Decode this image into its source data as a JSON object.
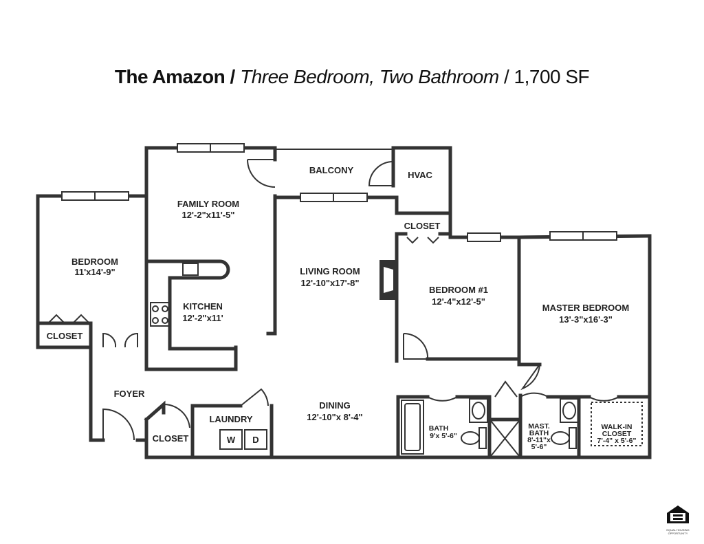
{
  "title": {
    "name": "The Amazon",
    "sep1": " / ",
    "type": "Three Bedroom, Two Bathroom",
    "sep2": " / ",
    "area": "1,700 SF"
  },
  "rooms": {
    "bedroom": {
      "name": "BEDROOM",
      "dims": "11'x14'-9\""
    },
    "closet_left": {
      "name": "CLOSET"
    },
    "family_room": {
      "name": "FAMILY ROOM",
      "dims": "12'-2\"x11'-5\""
    },
    "kitchen": {
      "name": "KITCHEN",
      "dims": "12'-2\"x11'"
    },
    "balcony": {
      "name": "BALCONY"
    },
    "hvac": {
      "name": "HVAC"
    },
    "closet_mid": {
      "name": "CLOSET"
    },
    "living_room": {
      "name": "LIVING ROOM",
      "dims": "12'-10\"x17'-8\""
    },
    "bedroom1": {
      "name": "BEDROOM #1",
      "dims": "12'-4\"x12'-5\""
    },
    "master_bedroom": {
      "name": "MASTER BEDROOM",
      "dims": "13'-3\"x16'-3\""
    },
    "foyer": {
      "name": "FOYER"
    },
    "closet_foyer": {
      "name": "CLOSET"
    },
    "laundry": {
      "name": "LAUNDRY",
      "washer": "W",
      "dryer": "D"
    },
    "dining": {
      "name": "DINING",
      "dims": "12'-10\"x 8'-4\""
    },
    "bath": {
      "name": "BATH",
      "dims": "9'x 5'-6\""
    },
    "mast_bath": {
      "name1": "MAST.",
      "name2": "BATH",
      "dims1": "8'-11\"x",
      "dims2": "5'-6\""
    },
    "walkin": {
      "name1": "WALK-IN",
      "name2": "CLOSET",
      "dims": "7'-4\" x 5'-6\""
    }
  },
  "logo": {
    "name": "equal-housing-opportunity",
    "caption": "EQUAL HOUSING OPPORTUNITY"
  }
}
